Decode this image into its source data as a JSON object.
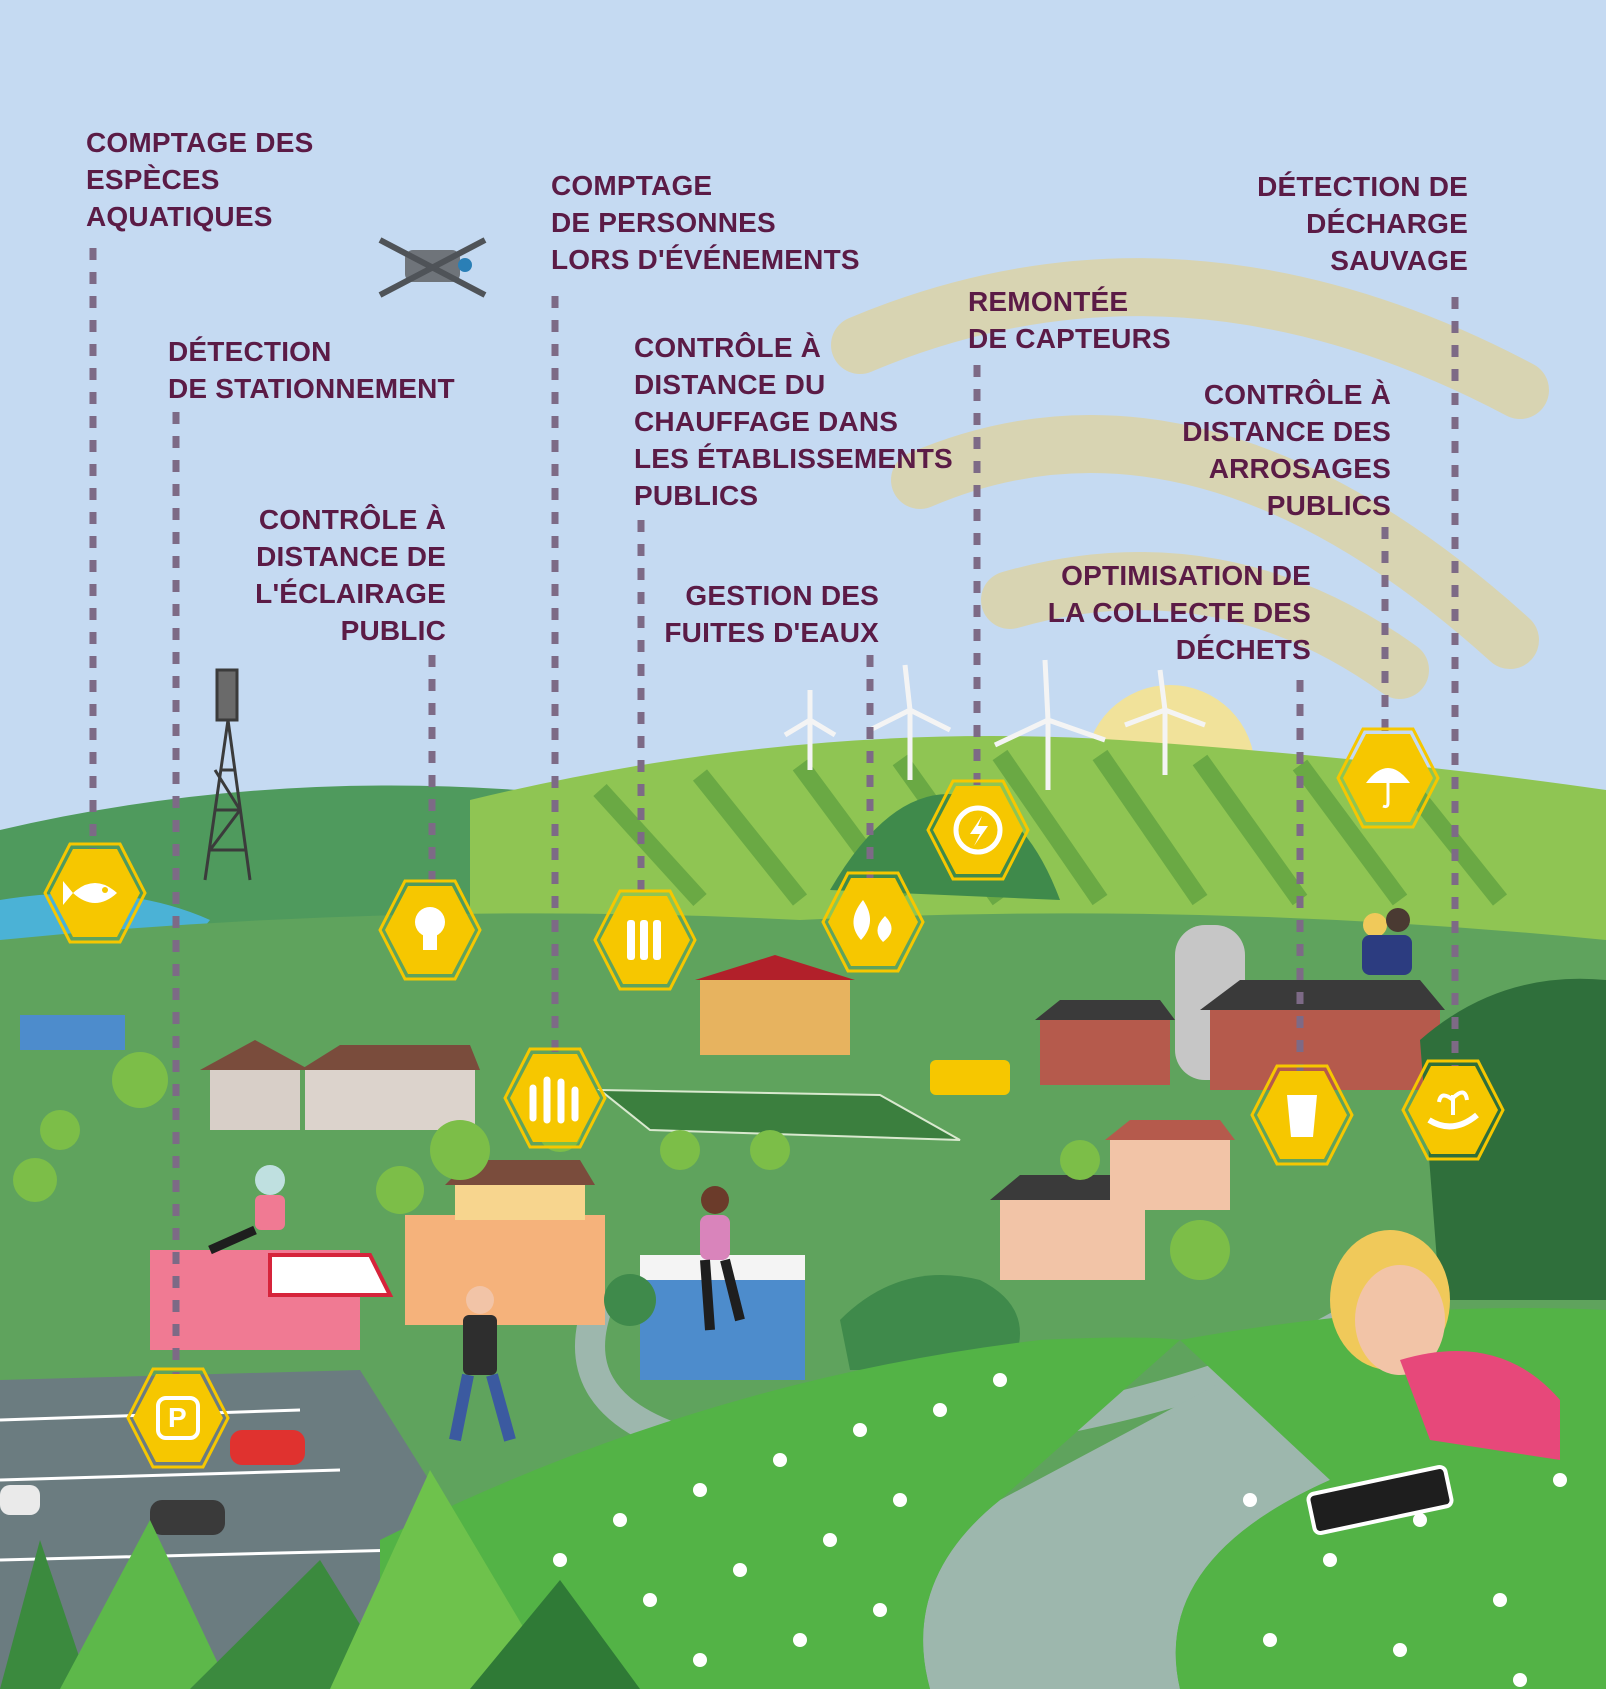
{
  "labels": {
    "aquatic": {
      "lines": [
        "COMPTAGE DES",
        "ESPÈCES",
        "AQUATIQUES"
      ],
      "icon": "fish-icon"
    },
    "parking": {
      "lines": [
        "DÉTECTION",
        "DE STATIONNEMENT"
      ],
      "icon": "parking-icon"
    },
    "lighting": {
      "lines": [
        "CONTRÔLE À",
        "DISTANCE DE",
        "L'ÉCLAIRAGE",
        "PUBLIC"
      ],
      "icon": "lightbulb-icon"
    },
    "people": {
      "lines": [
        "COMPTAGE",
        "DE PERSONNES",
        "LORS D'ÉVÉNEMENTS"
      ],
      "icon": "raised-hands-icon"
    },
    "heating": {
      "lines": [
        "CONTRÔLE À",
        "DISTANCE DU",
        "CHAUFFAGE DANS",
        "LES ÉTABLISSEMENTS",
        "PUBLICS"
      ],
      "icon": "radiator-icon"
    },
    "leaks": {
      "lines": [
        "GESTION DES",
        "FUITES D'EAUX"
      ],
      "icon": "water-drops-icon"
    },
    "sensors": {
      "lines": [
        "REMONTÉE",
        "DE CAPTEURS"
      ],
      "icon": "energy-cycle-icon"
    },
    "dumping": {
      "lines": [
        "DÉTECTION DE",
        "DÉCHARGE",
        "SAUVAGE"
      ],
      "icon": "hand-plant-icon"
    },
    "watering": {
      "lines": [
        "CONTRÔLE À",
        "DISTANCE DES",
        "ARROSAGES",
        "PUBLICS"
      ],
      "icon": "umbrella-rain-icon"
    },
    "waste": {
      "lines": [
        "OPTIMISATION DE",
        "LA COLLECTE DES",
        "DÉCHETS"
      ],
      "icon": "waste-bin-icon"
    }
  },
  "signs": {
    "parking_letter": "P"
  },
  "colors": {
    "sky": "#c5daf2",
    "label_text": "#5b1b46",
    "hexagon": "#f6c700",
    "dotted_line": "#7d6a86",
    "signal_arc": "#d8d4b2",
    "grass": "#5fa35d"
  }
}
